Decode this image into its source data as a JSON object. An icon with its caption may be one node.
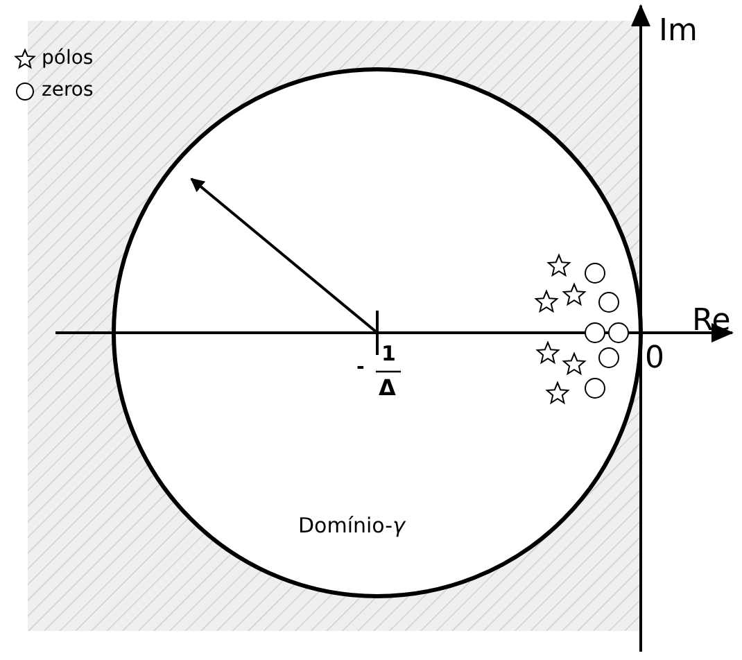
{
  "diagram": {
    "labels": [
      "Im",
      "Re",
      "0",
      "-",
      "1",
      "Δ",
      "Domínio-*γ*"
    ],
    "legend": [
      {
        "text": "pólos"
      },
      {
        "text": "zeros"
      }
    ]
  }
}
